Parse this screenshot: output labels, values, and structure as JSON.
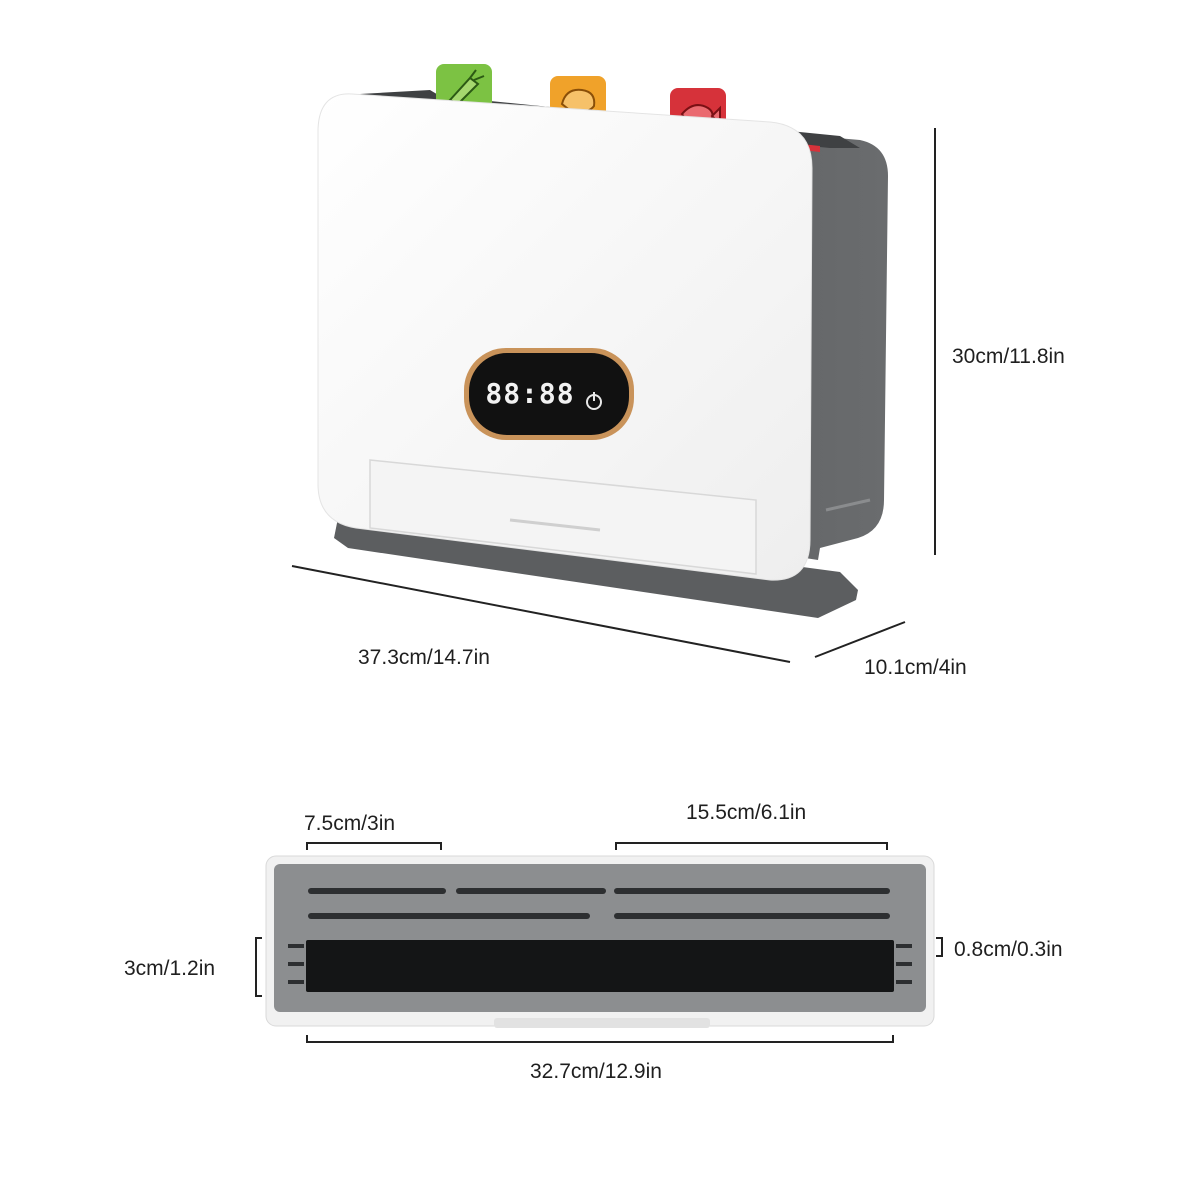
{
  "product": {
    "display_digits": "88:88",
    "tab_colors": {
      "green": "#7cc243",
      "orange": "#f0a22a",
      "red": "#d6323a"
    },
    "body_color": "#f6f6f6",
    "frame_color": "#5d5f61",
    "display_color": "#111111",
    "display_ring_color": "#c9935a"
  },
  "dimensions": {
    "height": "30cm/11.8in",
    "width": "37.3cm/14.7in",
    "depth": "10.1cm/4in",
    "slot_small": "7.5cm/3in",
    "slot_large": "15.5cm/6.1in",
    "bottom_depth": "3cm/1.2in",
    "slot_gap": "0.8cm/0.3in",
    "bottom_width": "32.7cm/12.9in"
  },
  "icons": {
    "green_tab": "vegetable-icon",
    "orange_tab": "bread-icon",
    "red_tab": "fish-icon",
    "power": "power-icon"
  }
}
